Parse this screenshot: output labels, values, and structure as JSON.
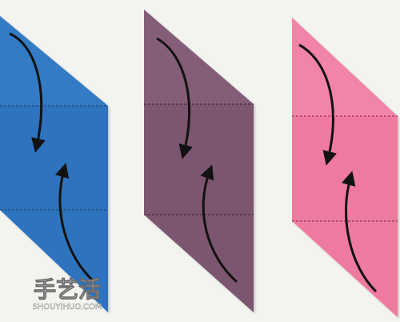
{
  "scene": {
    "background": "#f3f4ef",
    "pieces": [
      {
        "name": "blue-paper-piece",
        "color": "#2f73bd",
        "fold_line_color": "#1c3f66"
      },
      {
        "name": "purple-paper-piece",
        "color": "#7b5670",
        "fold_line_color": "#3a2232"
      },
      {
        "name": "pink-paper-piece",
        "color": "#ef7aa0",
        "fold_line_color": "#7a2f4a"
      }
    ],
    "arrow_color": "#121212"
  },
  "watermark": {
    "logo_text": "手艺活",
    "site_text": "SHOUYIHUO.COM"
  }
}
